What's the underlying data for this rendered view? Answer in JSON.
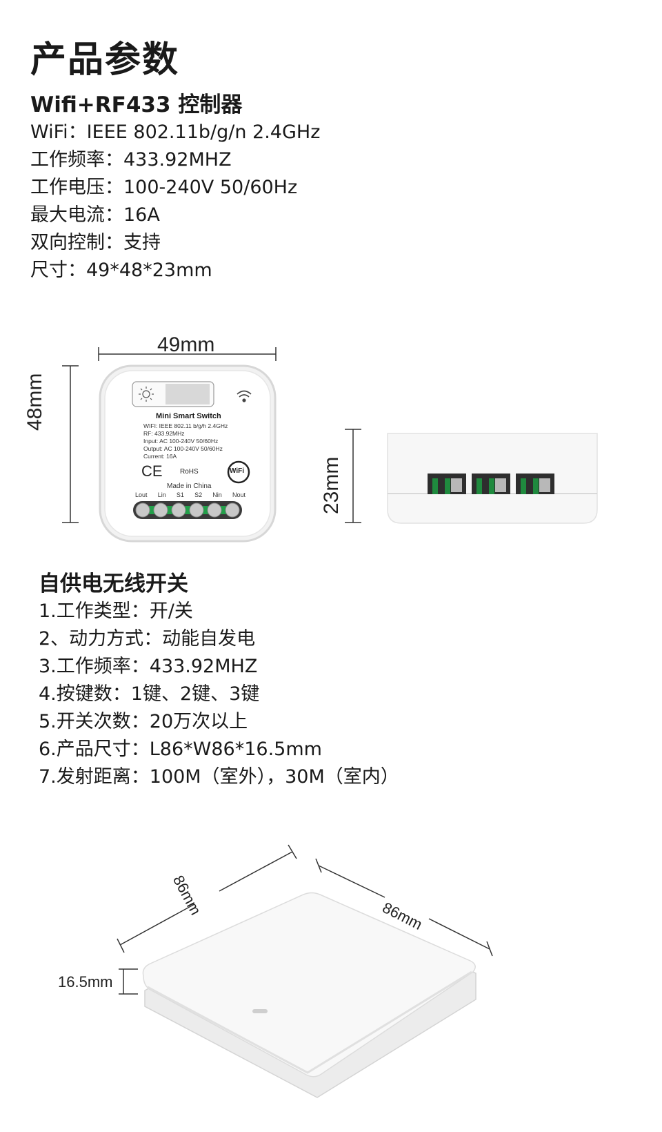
{
  "title": "产品参数",
  "controller": {
    "heading": "Wifi+RF433 控制器",
    "rows": [
      "WiFi：IEEE 802.11b/g/n   2.4GHz",
      "工作频率：433.92MHZ",
      "工作电压：100-240V 50/60Hz",
      "最大电流：16A",
      "双向控制：支持",
      "尺寸：49*48*23mm"
    ],
    "dim_width": "49mm",
    "dim_height": "48mm",
    "dim_depth": "23mm",
    "label": {
      "name": "Mini Smart Switch",
      "wifi": "WIFI: IEEE 802.11 b/g/h  2.4GHz",
      "rf": "RF: 433.92MHz",
      "input": "Input:  AC 100-240V  50/60Hz",
      "output": "Output:  AC 100-240V  50/60Hz",
      "current": "Current:  16A",
      "ce": "CE",
      "rohs": "RoHS",
      "wifi_badge": "WiFi",
      "made_in": "Made in China",
      "terminals": [
        "Lout",
        "Lin",
        "S1",
        "S2",
        "Nin",
        "Nout"
      ]
    }
  },
  "wireless_switch": {
    "heading": "自供电无线开关",
    "rows": [
      "1.工作类型：开/关",
      "2、动力方式：动能自发电",
      "3.工作频率：433.92MHZ",
      "4.按键数：1键、2键、3键",
      "5.开关次数：20万次以上",
      "6.产品尺寸：L86*W86*16.5mm",
      "7.发射距离：100M（室外），30M（室内）"
    ],
    "dim_left": "86mm",
    "dim_right": "86mm",
    "dim_thickness": "16.5mm"
  }
}
